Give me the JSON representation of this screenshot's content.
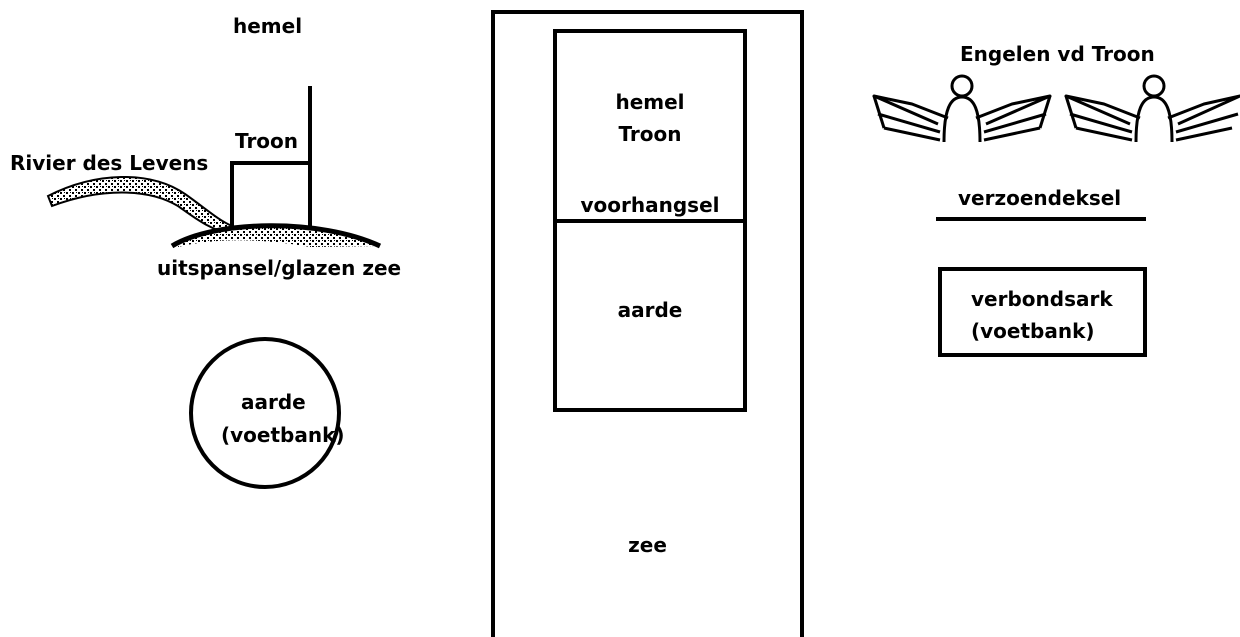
{
  "left": {
    "sky_label": "hemel",
    "throne_label": "Troon",
    "river_label": "Rivier des Levens",
    "firmament_label": "uitspansel/glazen zee",
    "earth_label": "aarde",
    "earth_sub_label": "(voetbank)"
  },
  "center": {
    "heaven_label": "hemel",
    "throne_label": "Troon",
    "veil_label": "voorhangsel",
    "earth_label": "aarde",
    "sea_label": "zee"
  },
  "right": {
    "angels_label": "Engelen vd Troon",
    "mercy_seat_label": "verzoendeksel",
    "ark_label": "verbondsark",
    "ark_sub_label": "(voetbank)"
  },
  "colors": {
    "ink": "#000000",
    "background": "#ffffff"
  }
}
